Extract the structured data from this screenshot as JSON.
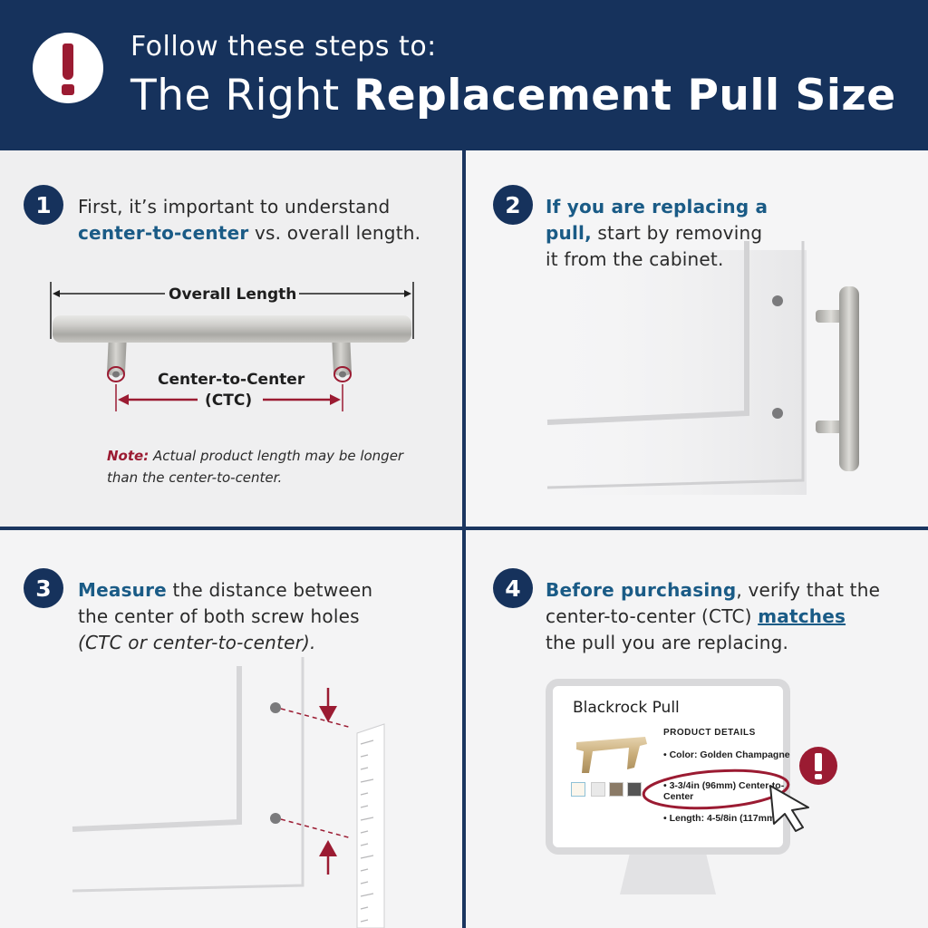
{
  "header": {
    "subtitle": "Follow these steps to:",
    "title_light": "The Right ",
    "title_bold": "Replacement Pull Size"
  },
  "step1": {
    "number": "1",
    "line1": "First, it’s important to understand",
    "highlight": "center-to-center",
    "line2_rest": " vs. overall length.",
    "overall_label": "Overall Length",
    "ctc_label": "Center-to-Center",
    "ctc_abbr": "(CTC)",
    "note_label": "Note:",
    "note_text": " Actual product length may be longer than the center-to-center."
  },
  "step2": {
    "number": "2",
    "highlight1": "If you are replacing a",
    "highlight2": "pull,",
    "rest1": " start by removing",
    "rest2": "it from the cabinet."
  },
  "step3": {
    "number": "3",
    "highlight": "Measure",
    "rest1": " the distance between",
    "line2": "the center of both screw holes",
    "line3": "(CTC or center-to-center)."
  },
  "step4": {
    "number": "4",
    "highlight": "Before purchasing",
    "rest1": ", verify that the",
    "line2": "center-to-center (CTC) ",
    "matches": "matches",
    "line3": "the pull you are replacing.",
    "product": {
      "title": "Blackrock Pull",
      "details_heading": "PRODUCT DETAILS",
      "color": "• Color: Golden Champagne",
      "ctc": "• 3-3/4in (96mm) Center-to-Center",
      "length": "• Length: 4-5/8in (117mm)"
    }
  },
  "colors": {
    "navy": "#16325c",
    "accent_blue": "#1a5b86",
    "alert_red": "#9b1b32"
  }
}
